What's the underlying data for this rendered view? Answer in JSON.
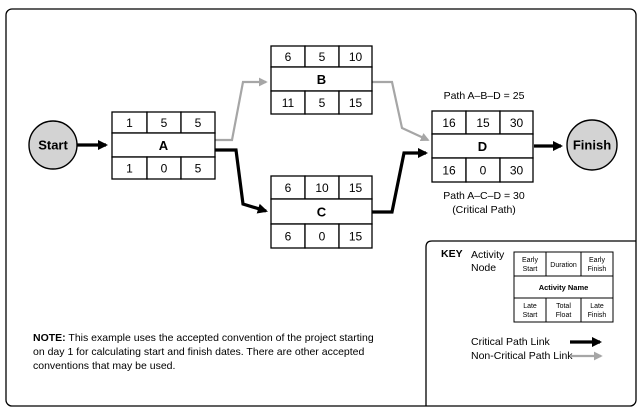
{
  "nodes": {
    "start": "Start",
    "finish": "Finish"
  },
  "activities": {
    "A": {
      "name": "A",
      "early_start": "1",
      "duration_top": "5",
      "early_finish": "5",
      "late_start": "1",
      "total_float": "0",
      "late_finish": "5"
    },
    "B": {
      "name": "B",
      "early_start": "6",
      "duration_top": "5",
      "early_finish": "10",
      "late_start": "11",
      "total_float": "5",
      "late_finish": "15"
    },
    "C": {
      "name": "C",
      "early_start": "6",
      "duration_top": "10",
      "early_finish": "15",
      "late_start": "6",
      "total_float": "0",
      "late_finish": "15"
    },
    "D": {
      "name": "D",
      "early_start": "16",
      "duration_top": "15",
      "early_finish": "30",
      "late_start": "16",
      "total_float": "0",
      "late_finish": "30"
    }
  },
  "path_labels": {
    "abd": "Path A–B–D = 25",
    "acd_line1": "Path A–C–D = 30",
    "acd_line2": "(Critical Path)"
  },
  "key": {
    "title": "KEY",
    "node_label_1": "Activity",
    "node_label_2": "Node",
    "early_start_1": "Early",
    "early_start_2": "Start",
    "duration": "Duration",
    "early_finish_1": "Early",
    "early_finish_2": "Finish",
    "activity_name": "Activity Name",
    "late_start_1": "Late",
    "late_start_2": "Start",
    "total_float_1": "Total",
    "total_float_2": "Float",
    "late_finish_1": "Late",
    "late_finish_2": "Finish",
    "critical_link": "Critical Path Link",
    "noncritical_link": "Non-Critical Path Link"
  },
  "note": {
    "lead": "NOTE:",
    "text": " This example uses the accepted convention of the project starting on day 1 for calculating start and finish dates. There are other accepted conventions that may be used."
  },
  "colors": {
    "critical": "#000000",
    "noncritical": "#a6a6a6",
    "circle_fill": "#d3d3d3"
  }
}
